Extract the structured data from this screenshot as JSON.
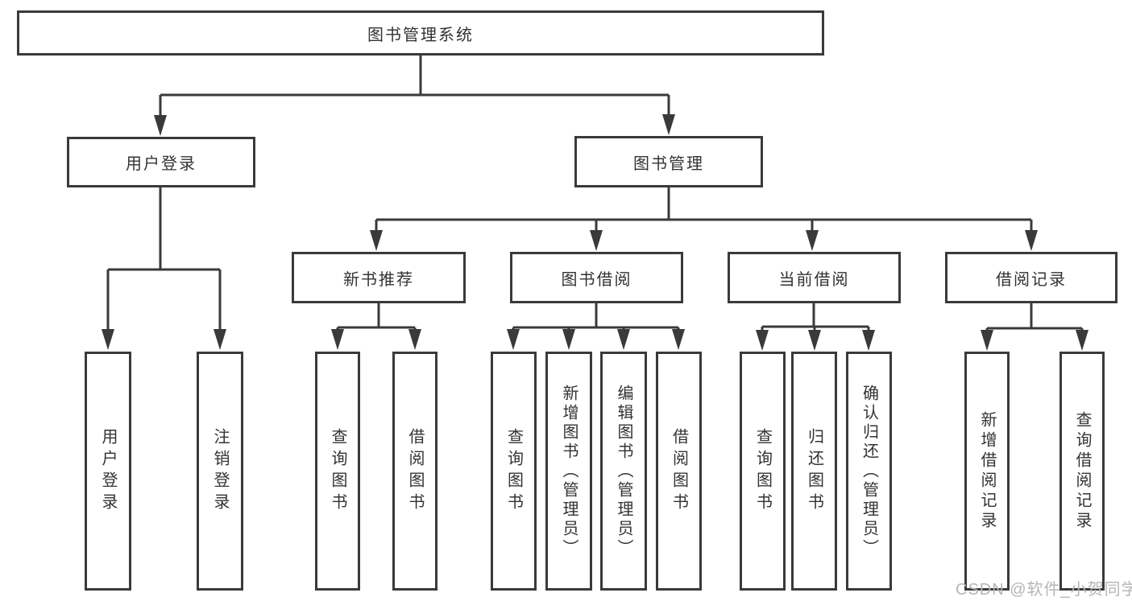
{
  "diagram": {
    "title_node": "图书管理系统",
    "level2": {
      "user_login": "用户登录",
      "book_mgmt": "图书管理"
    },
    "level3": {
      "new_book_rec": "新书推荐",
      "book_borrow": "图书借阅",
      "current_borrow": "当前借阅",
      "borrow_record": "借阅记录"
    },
    "leaves": {
      "user_login": "用户登录",
      "logout": "注销登录",
      "rec_query_book": "查询图书",
      "rec_borrow_book": "借阅图书",
      "bb_query_book": "查询图书",
      "bb_add_book": "新增图书（管理员）",
      "bb_edit_book": "编辑图书（管理员）",
      "bb_borrow_book": "借阅图书",
      "cb_query_book": "查询图书",
      "cb_return_book": "归还图书",
      "cb_confirm_return": "确认归还（管理员）",
      "br_add_record": "新增借阅记录",
      "br_query_record": "查询借阅记录"
    }
  },
  "watermark": "CSDN @软件_小贺同学",
  "colors": {
    "line": "#3a3a3a",
    "text": "#333333",
    "watermark": "#b5b5b5",
    "background": "#ffffff"
  }
}
